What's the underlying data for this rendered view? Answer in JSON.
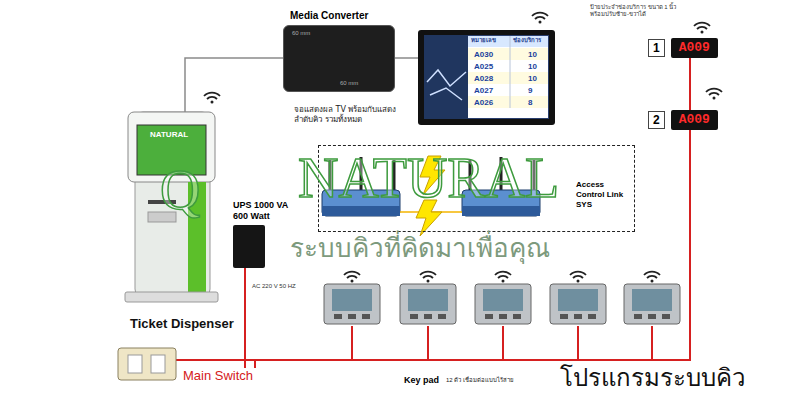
{
  "diagram": {
    "nodes": [
      {
        "text": [
          "Media Converter"
        ]
      },
      {
        "text": [
          "จอแสดงผล TV พร้อมกับแสดงลำดับคิว รวมทั้งหมด"
        ]
      },
      {
        "text": [
          "1",
          "A009"
        ]
      },
      {
        "text": [
          "2",
          "A009"
        ]
      },
      {
        "text": [
          "Ticket Dispenser"
        ]
      },
      {
        "text": [
          "UPS 1000 VA 600 Watt"
        ]
      },
      {
        "text": [
          "Access Control Link SYS"
        ]
      },
      {
        "text": [
          "Main Switch"
        ]
      }
    ],
    "edges": [
      {
        "from": 4,
        "to": 0,
        "arrow": "none"
      },
      {
        "from": 0,
        "to": 1,
        "arrow": "none"
      },
      {
        "from": 7,
        "to": 5,
        "arrow": "none"
      },
      {
        "from": 7,
        "to": 3,
        "arrow": "none"
      },
      {
        "from": 3,
        "to": 2,
        "arrow": "none"
      }
    ],
    "labels": [
      "60 mm",
      "60 mm",
      "หมายเลข",
      "ช่องบริการ",
      "A030",
      "10",
      "A025",
      "10",
      "A028",
      "10",
      "A027",
      "9",
      "A026",
      "8",
      "ป้ายประจำช่องบริการ ขนาด 1 นิ้ว พร้อมปรับซ้าย-ขวาได้",
      "NATURAL",
      "AC 220 V 50 HZ",
      "Q",
      "NATURAL",
      "ระบบคิวที่คิดมาเพื่อคุณ",
      "Key pad",
      "12 ตัว เชื่อมต่อแบบไร้สาย",
      "โปรแกรมระบบคิว"
    ]
  }
}
